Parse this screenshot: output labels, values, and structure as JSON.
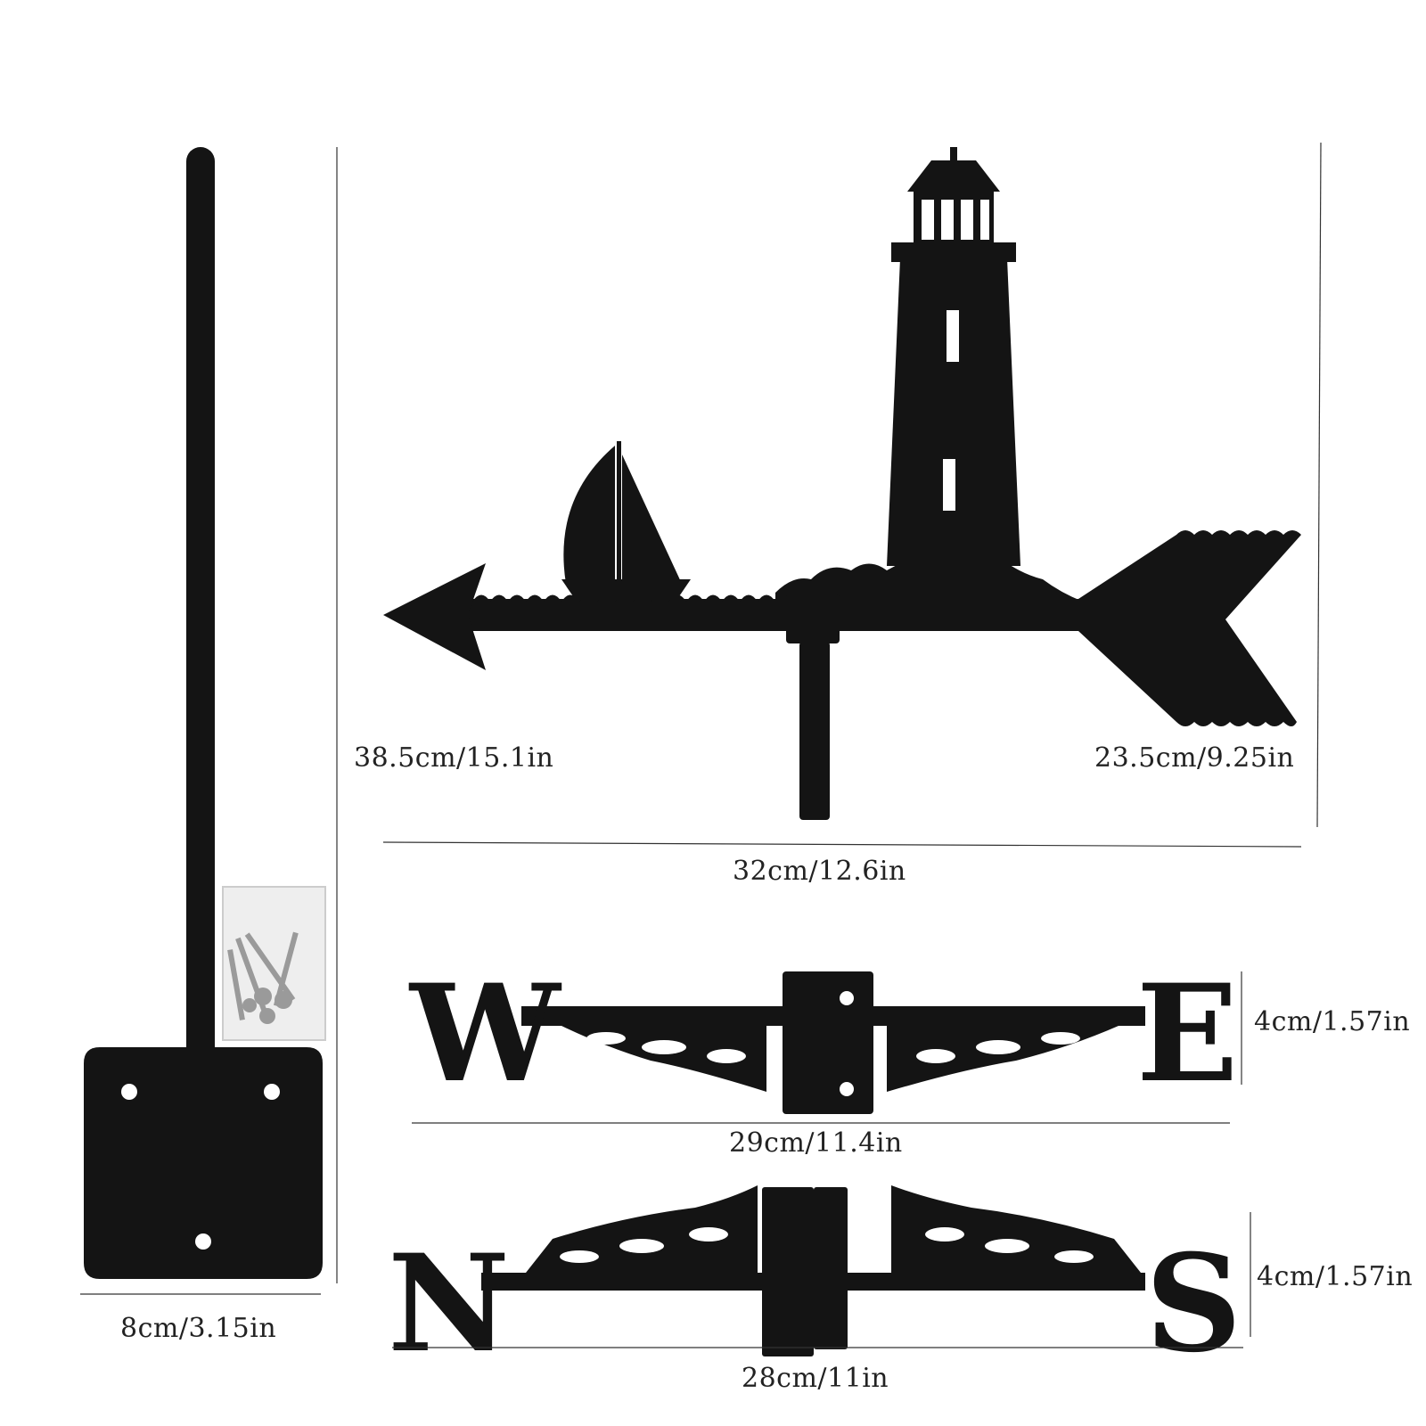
{
  "colors": {
    "metal": "#141414",
    "line": "#333333",
    "bag": "#eeeeee",
    "screw": "#9a9a9a"
  },
  "dimensions": {
    "vane_height_left": "38.5cm/15.1in",
    "vane_height_right": "23.5cm/9.25in",
    "vane_width": "32cm/12.6in",
    "we_bar_height": "4cm/1.57in",
    "we_bar_width": "29cm/11.4in",
    "ns_bar_height": "4cm/1.57in",
    "ns_bar_width": "28cm/11in",
    "base_width": "8cm/3.15in"
  },
  "directions": {
    "west": "W",
    "east": "E",
    "north": "N",
    "south": "S"
  }
}
